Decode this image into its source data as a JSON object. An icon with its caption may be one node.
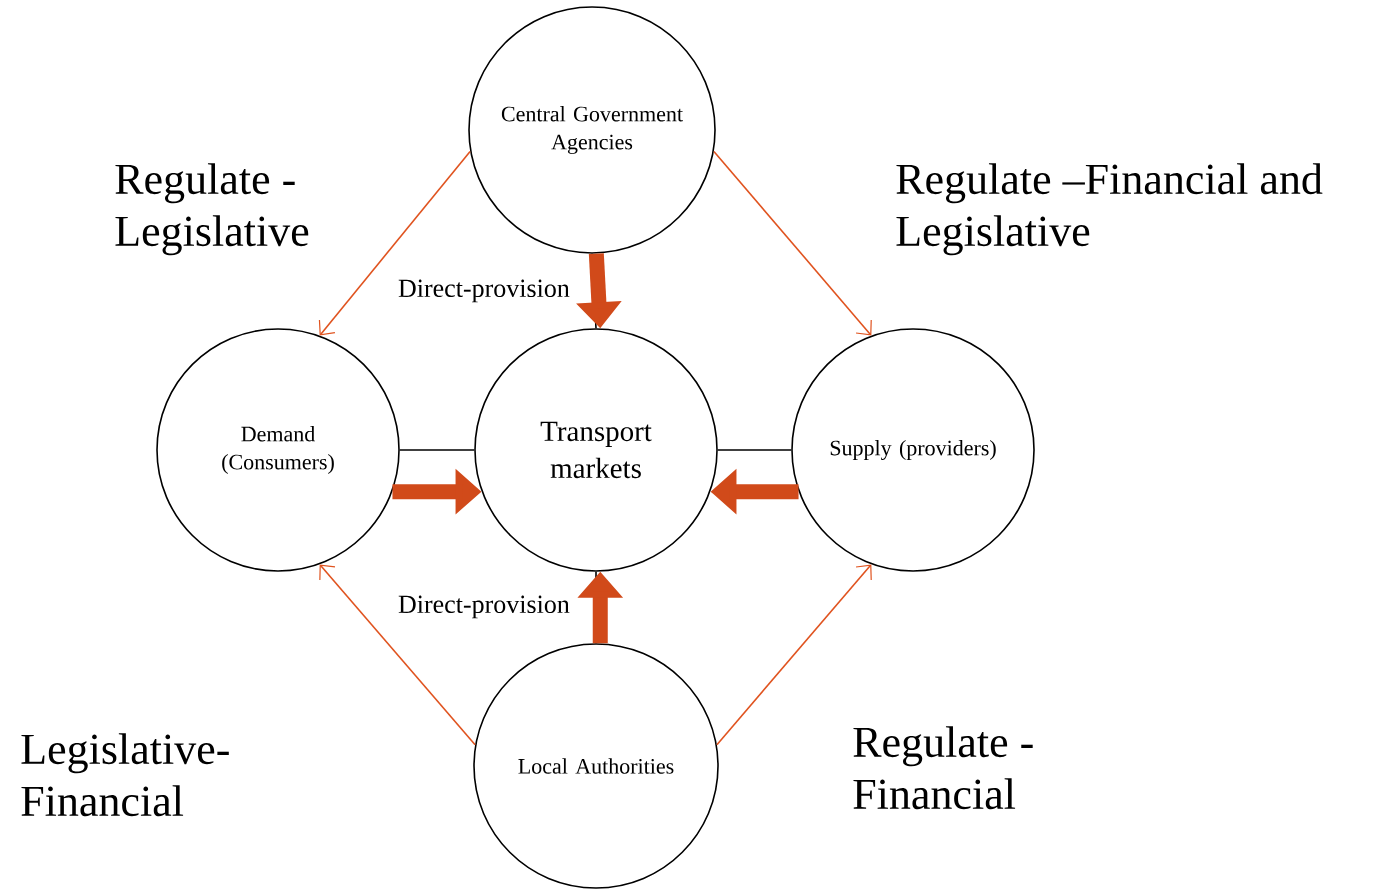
{
  "diagram": {
    "nodes": [
      {
        "text": [
          "Central Government Agencies"
        ]
      },
      {
        "text": [
          "Demand (Consumers)"
        ]
      },
      {
        "text": [
          "Transport markets"
        ]
      },
      {
        "text": [
          "Supply (providers)"
        ]
      },
      {
        "text": [
          "Local Authorities"
        ]
      }
    ],
    "edges": [
      {
        "from": 0,
        "to": 2,
        "arrow": "none"
      },
      {
        "from": 1,
        "to": 2,
        "arrow": "none"
      },
      {
        "from": 2,
        "to": 3,
        "arrow": "none"
      },
      {
        "from": 4,
        "to": 2,
        "arrow": "none"
      },
      {
        "from": 0,
        "to": 2,
        "arrow": "to",
        "style": "thick",
        "color": "#d14a1a",
        "label": "Direct-provision"
      },
      {
        "from": 1,
        "to": 2,
        "arrow": "to",
        "style": "thick",
        "color": "#d14a1a"
      },
      {
        "from": 3,
        "to": 2,
        "arrow": "to",
        "style": "thick",
        "color": "#d14a1a"
      },
      {
        "from": 4,
        "to": 2,
        "arrow": "to",
        "style": "thick",
        "color": "#d14a1a",
        "label": "Direct-provision"
      },
      {
        "from": 0,
        "to": 1,
        "arrow": "to",
        "color": "#e0531f",
        "label": "Regulate - Legislative"
      },
      {
        "from": 0,
        "to": 3,
        "arrow": "to",
        "color": "#e0531f",
        "label": "Regulate –Financial and Legislative"
      },
      {
        "from": 4,
        "to": 1,
        "arrow": "to",
        "color": "#e0531f",
        "label": "Legislative- Financial"
      },
      {
        "from": 4,
        "to": 3,
        "arrow": "to",
        "color": "#e0531f",
        "label": "Regulate - Financial"
      }
    ]
  }
}
